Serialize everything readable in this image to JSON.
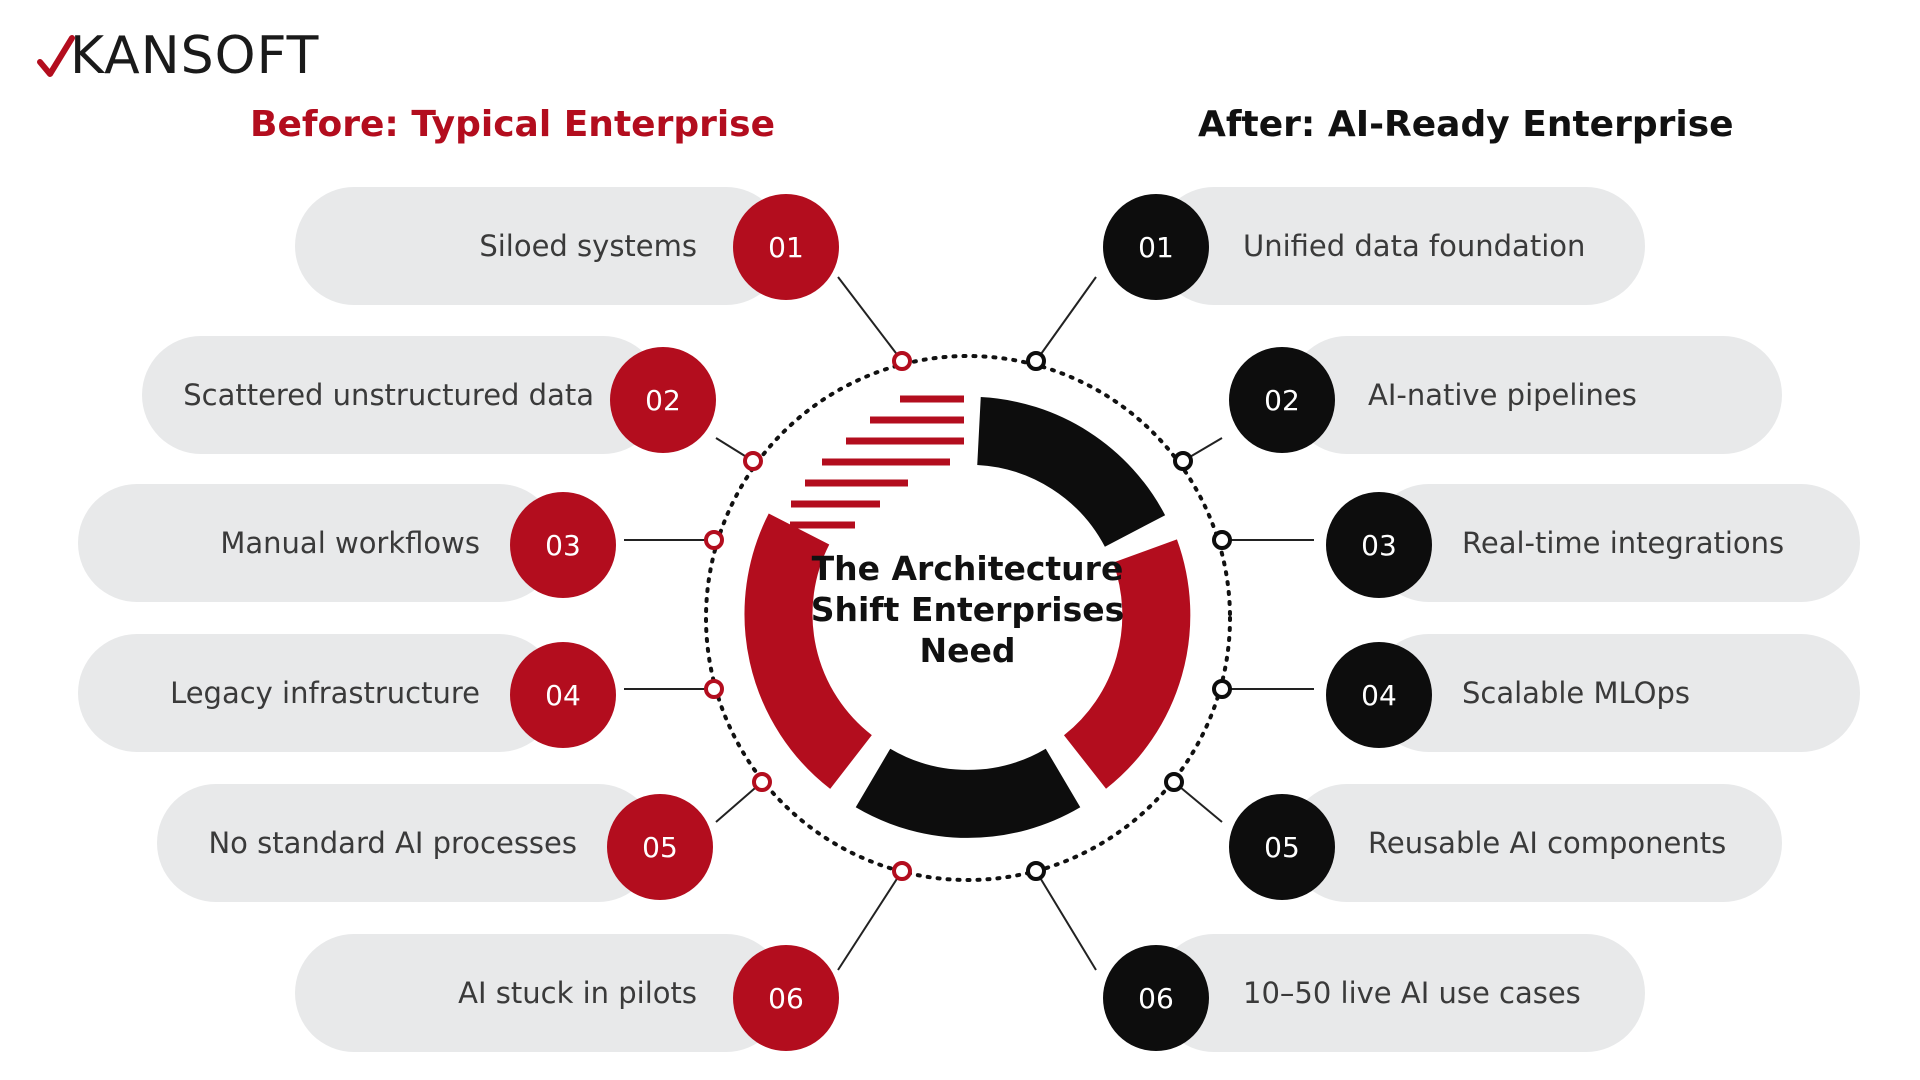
{
  "brand": {
    "name": "KANSOFT"
  },
  "headings": {
    "before": "Before: Typical Enterprise",
    "after": "After: AI-Ready Enterprise"
  },
  "center_title": "The Architecture Shift Enterprises Need",
  "colors": {
    "accent_red": "#b30d1e",
    "dark": "#0d0d0d",
    "pill_bg": "#e8e9ea"
  },
  "before_items": [
    {
      "num": "01",
      "label": "Siloed systems"
    },
    {
      "num": "02",
      "label": "Scattered unstructured data"
    },
    {
      "num": "03",
      "label": "Manual workflows"
    },
    {
      "num": "04",
      "label": "Legacy infrastructure"
    },
    {
      "num": "05",
      "label": "No standard AI processes"
    },
    {
      "num": "06",
      "label": "AI stuck in pilots"
    }
  ],
  "after_items": [
    {
      "num": "01",
      "label": "Unified data foundation"
    },
    {
      "num": "02",
      "label": "AI-native pipelines"
    },
    {
      "num": "03",
      "label": "Real-time integrations"
    },
    {
      "num": "04",
      "label": "Scalable MLOps"
    },
    {
      "num": "05",
      "label": "Reusable AI components"
    },
    {
      "num": "06",
      "label": "10–50 live AI use cases"
    }
  ]
}
